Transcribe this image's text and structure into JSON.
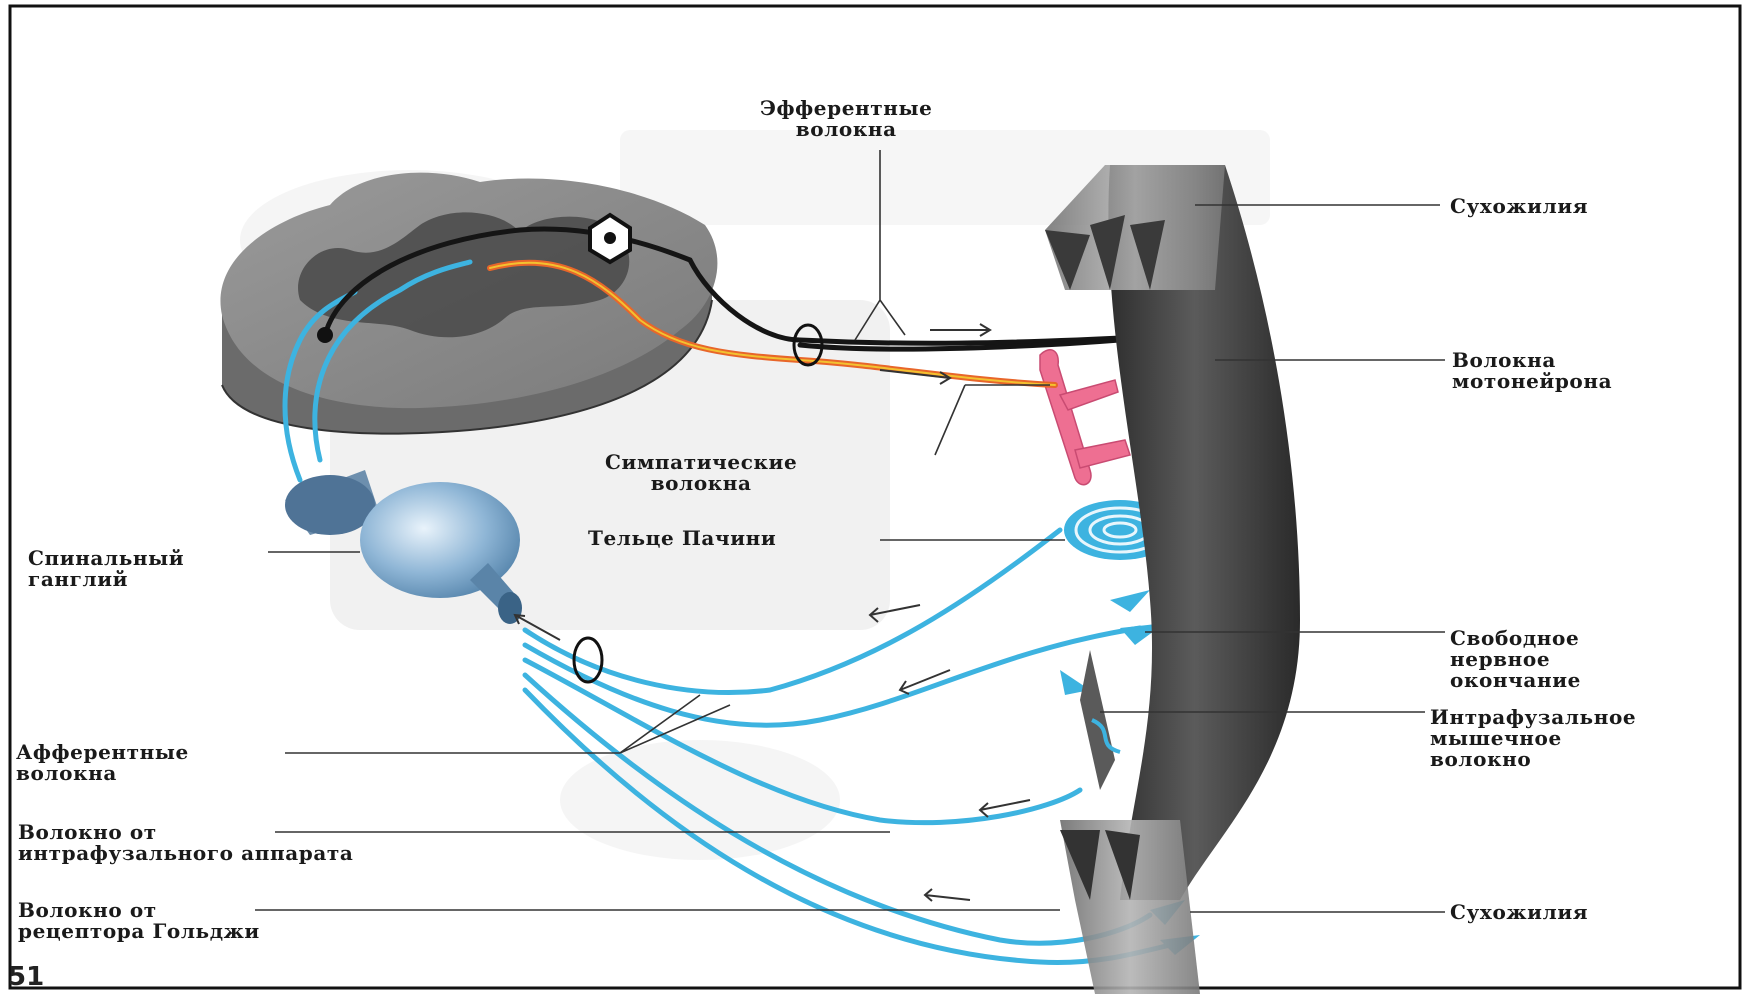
{
  "labels": {
    "efferent": [
      "Эфферентные",
      "волокна"
    ],
    "tendon_top": "Сухожилия",
    "motoneuron": [
      "Волокна",
      "мотонейрона"
    ],
    "sympathetic": [
      "Симпатические",
      "волокна"
    ],
    "pacini": "Тельце Пачини",
    "spinal_ganglion": [
      "Спинальный",
      "ганглий"
    ],
    "free_ending": [
      "Свободное",
      "нервное",
      "окончание"
    ],
    "intrafusal": [
      "Интрафузальное",
      "мышечное",
      "волокно"
    ],
    "afferent": [
      "Афферентные",
      "волокна"
    ],
    "intrafusal_fiber": [
      "Волокно от",
      "интрафузального аппарата"
    ],
    "golgi_fiber": [
      "Волокно от",
      "рецептора Гольджи"
    ],
    "tendon_bottom": "Сухожилия"
  },
  "page_number": "51",
  "colors": {
    "afferent": "#3db3e0",
    "efferent": "#151515",
    "sympathetic": "#e8662a",
    "sympathetic_core": "#f2c230",
    "vessel": "#ee6f92",
    "spinal_cord": "#8a8a8a",
    "muscle": "#4a4a4a",
    "tendon": "#9a9a9a",
    "leader": "#333333"
  }
}
